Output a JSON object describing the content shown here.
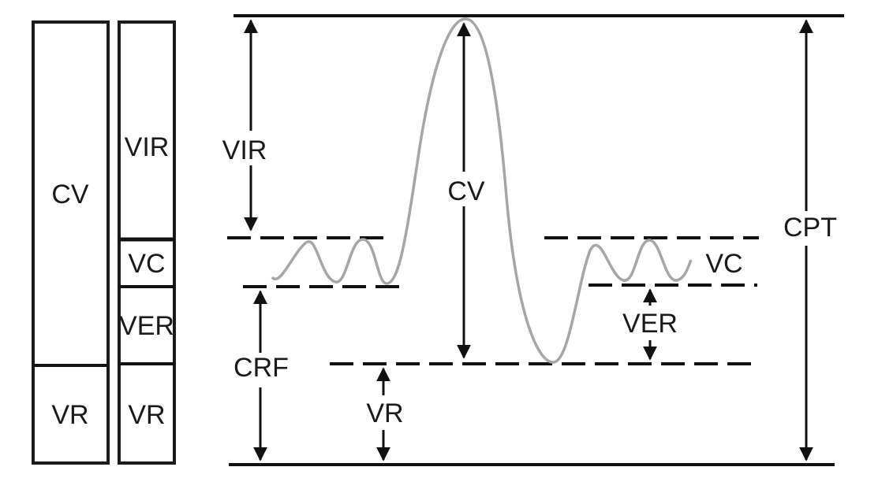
{
  "bar_left": {
    "cv_label": "CV",
    "vr_label": "VR"
  },
  "bar_right": {
    "vir_label": "VIR",
    "vc_label": "VC",
    "ver_label": "VER",
    "vr_label": "VR"
  },
  "spirogram": {
    "vir_label": "VIR",
    "cv_label": "CV",
    "vc_label": "VC",
    "crf_label": "CRF",
    "vr_label": "VR",
    "ver_label": "VER",
    "cpt_label": "CPT"
  },
  "colors": {
    "line": "#111111",
    "trace": "#a6a6a6"
  }
}
